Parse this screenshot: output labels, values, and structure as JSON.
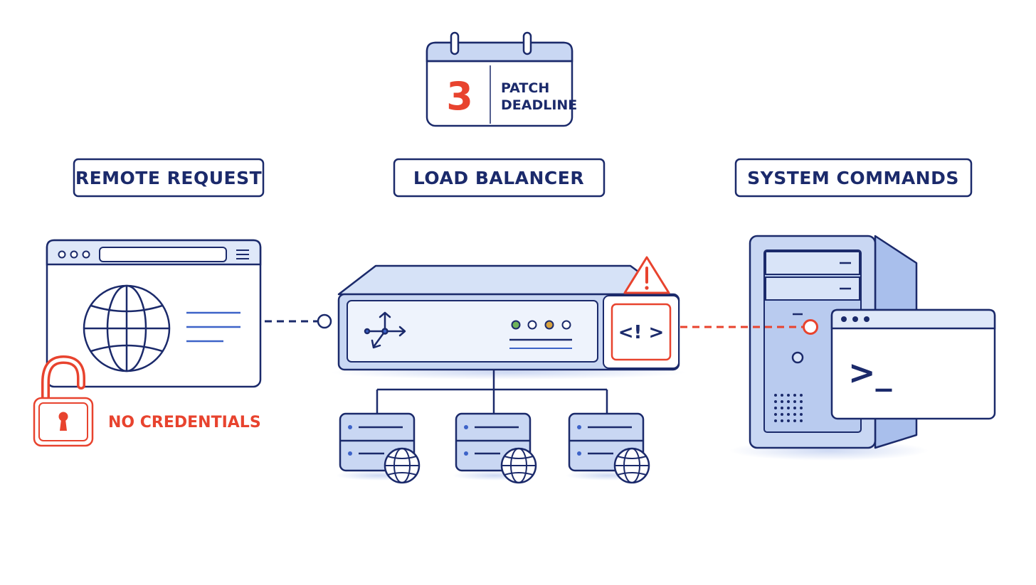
{
  "calendar": {
    "day": "3",
    "line1": "PATCH",
    "line2": "DEADLINE"
  },
  "labels": {
    "remote_request": "REMOTE REQUEST",
    "load_balancer": "LOAD BALANCER",
    "system_commands": "SYSTEM COMMANDS"
  },
  "lock_caption": "NO CREDENTIALS",
  "code_badge": "<! >",
  "terminal_prompt": ">_",
  "colors": {
    "navy": "#1b2a6b",
    "fill_blue": "#c9d7f3",
    "light_fill": "#eef3fc",
    "mid_blue": "#a9bfec",
    "alert_red": "#e8432e",
    "light_green": "#6fb35a",
    "amber": "#d7a23f"
  }
}
